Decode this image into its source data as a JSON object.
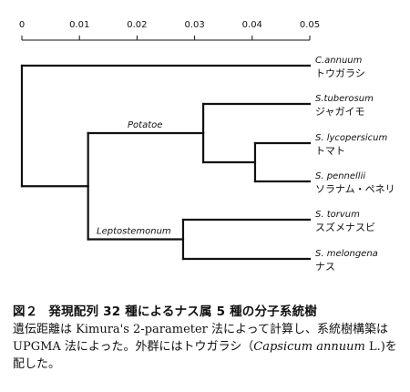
{
  "axis": {
    "ticks": [
      {
        "value": 0,
        "label": "0"
      },
      {
        "value": 0.01,
        "label": "0.01"
      },
      {
        "value": 0.02,
        "label": "0.02"
      },
      {
        "value": 0.03,
        "label": "0.03"
      },
      {
        "value": 0.04,
        "label": "0.04"
      },
      {
        "value": 0.05,
        "label": "0.05"
      }
    ],
    "range": [
      0,
      0.05
    ]
  },
  "taxa": [
    {
      "id": "c_annuum",
      "sci": "C.annuum",
      "jp": "トウガラシ",
      "dist": 0.05
    },
    {
      "id": "s_tuberosum",
      "sci": "S.tuberosum",
      "jp": "ジャガイモ",
      "dist": 0.05
    },
    {
      "id": "s_lycopersicum",
      "sci": "S. lycopersicum",
      "jp": "トマト",
      "dist": 0.05
    },
    {
      "id": "s_pennellii",
      "sci": "S. pennellii",
      "jp": "ソラナム・ペネリ",
      "dist": 0.05
    },
    {
      "id": "s_torvum",
      "sci": "S. torvum",
      "jp": "スズメナスビ",
      "dist": 0.05
    },
    {
      "id": "s_melongena",
      "sci": "S. melongena",
      "jp": "ナス",
      "dist": 0.05
    }
  ],
  "nodes": {
    "root": 0.0,
    "solanum": 0.0115,
    "potatoe": 0.0315,
    "tomato": 0.0405,
    "leptostemonum": 0.028
  },
  "clades": {
    "potatoe": "Potatoe",
    "leptostemonum": "Leptostemonum"
  },
  "caption": {
    "figure_label": "図２",
    "title": "発現配列 32 種によるナス属 5 種の分子系統樹",
    "body_part1": "遺伝距離は Kimura's 2-parameter 法によって計算し、系統樹構築は UPGMA 法によった。外群にはトウガラシ（",
    "body_italic": "Capsicum annuum",
    "body_part2": " L.)を配した。"
  }
}
